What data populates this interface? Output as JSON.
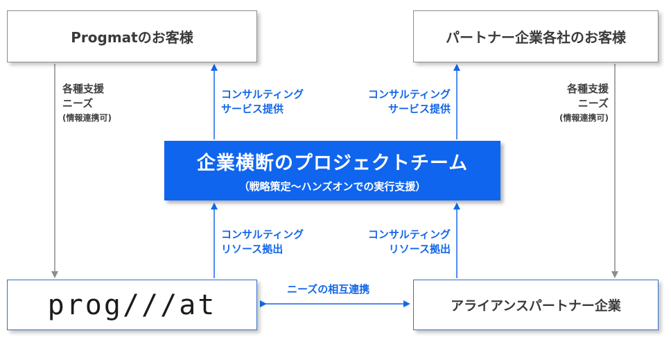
{
  "boxes": {
    "top_left": "Progmatのお客様",
    "top_right": "パートナー企業各社のお客様",
    "bottom_left_logo": "prog///at",
    "bottom_right": "アライアンスパートナー企業"
  },
  "center": {
    "title": "企業横断のプロジェクトチーム",
    "subtitle": "（戦略策定～ハンズオンでの実行支援）"
  },
  "labels": {
    "left_needs": [
      "各種支援",
      "ニーズ",
      "(情報連携可)"
    ],
    "right_needs": [
      "各種支援",
      "ニーズ",
      "(情報連携可)"
    ],
    "consult_service": [
      "コンサルティング",
      "サービス提供"
    ],
    "consult_resource": [
      "コンサルティング",
      "リソース拠出"
    ],
    "mutual": "ニーズの相互連携"
  },
  "colors": {
    "accent": "#0f65ee",
    "label_blue": "#1467ea",
    "arrow_gray": "#8c8c8c"
  }
}
